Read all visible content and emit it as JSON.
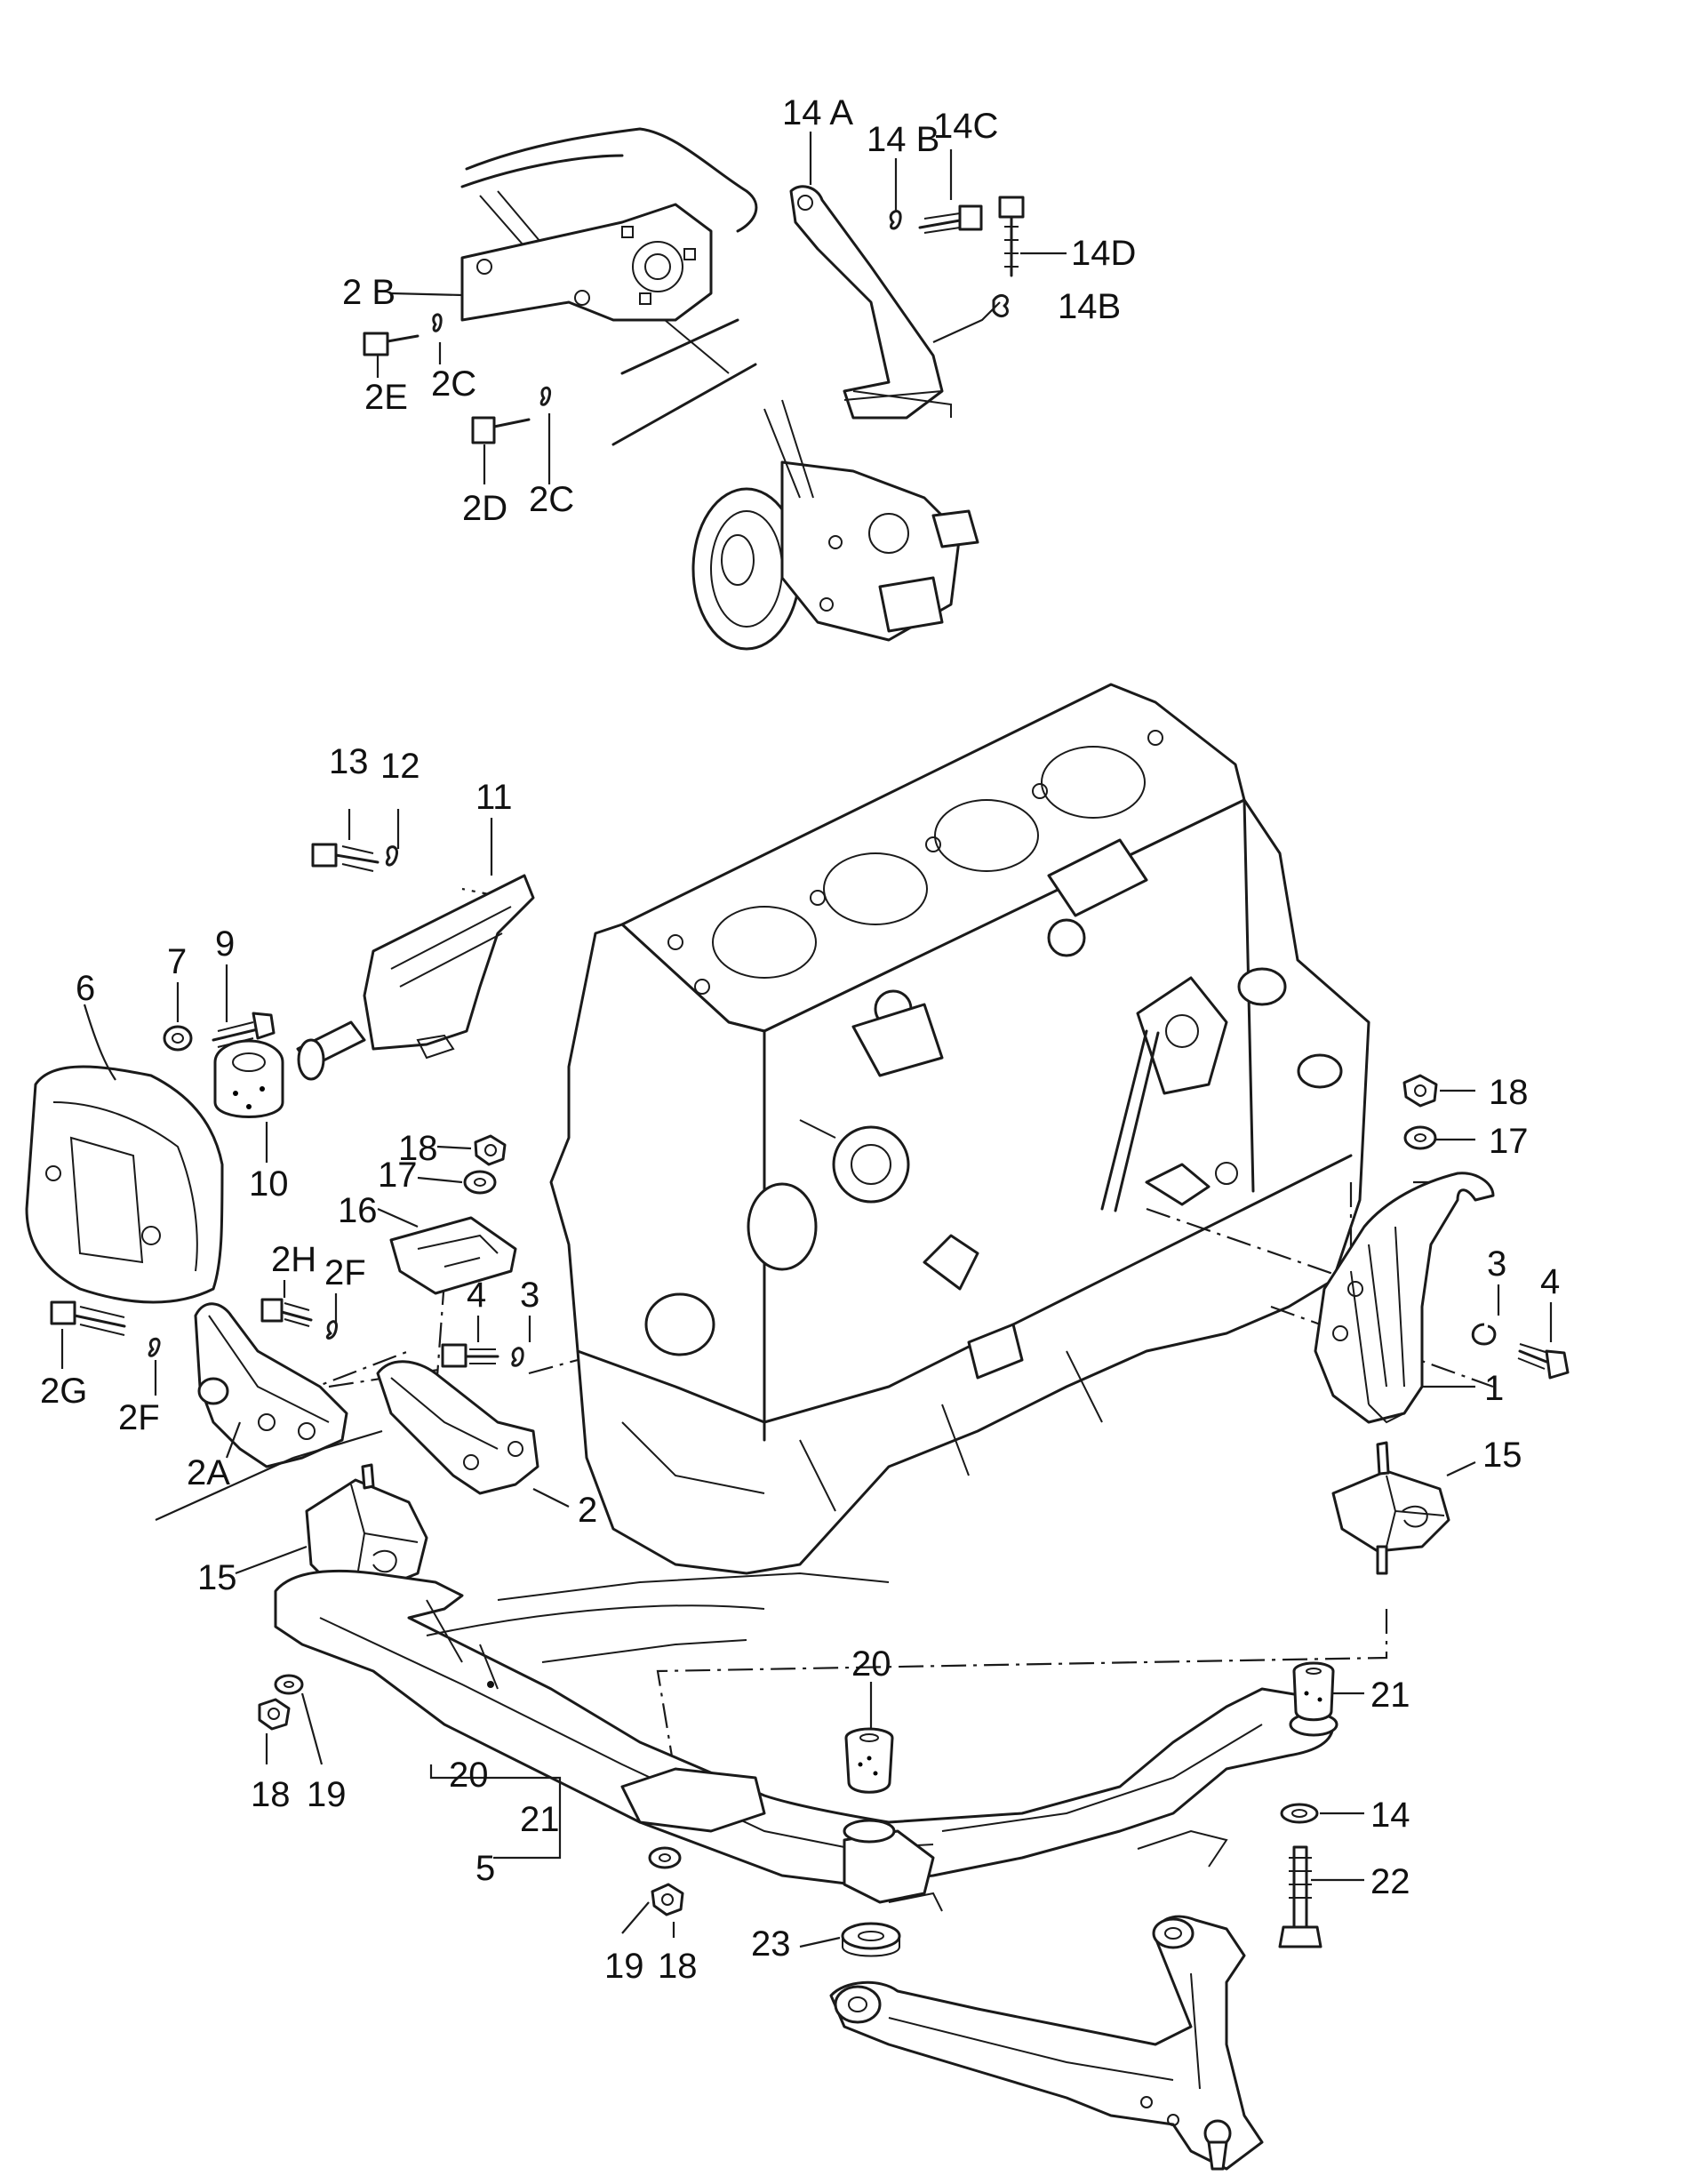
{
  "diagram": {
    "labels": [
      {
        "id": "14A",
        "text": "14 A"
      },
      {
        "id": "14B_top",
        "text": "14 B"
      },
      {
        "id": "14C",
        "text": "14C"
      },
      {
        "id": "14D",
        "text": "14D"
      },
      {
        "id": "14B_right",
        "text": "14B"
      },
      {
        "id": "2B",
        "text": "2 B"
      },
      {
        "id": "2C_a",
        "text": "2C"
      },
      {
        "id": "2E",
        "text": "2E"
      },
      {
        "id": "2D",
        "text": "2D"
      },
      {
        "id": "2C_b",
        "text": "2C"
      },
      {
        "id": "13",
        "text": "13"
      },
      {
        "id": "12",
        "text": "12"
      },
      {
        "id": "11",
        "text": "11"
      },
      {
        "id": "7",
        "text": "7"
      },
      {
        "id": "9",
        "text": "9"
      },
      {
        "id": "6",
        "text": "6"
      },
      {
        "id": "10",
        "text": "10"
      },
      {
        "id": "18_mid",
        "text": "18"
      },
      {
        "id": "17_mid",
        "text": "17"
      },
      {
        "id": "16",
        "text": "16"
      },
      {
        "id": "2H",
        "text": "2H"
      },
      {
        "id": "2F_top",
        "text": "2F"
      },
      {
        "id": "2G",
        "text": "2G"
      },
      {
        "id": "2F_bot",
        "text": "2F"
      },
      {
        "id": "2A",
        "text": "2A"
      },
      {
        "id": "4_mid",
        "text": "4"
      },
      {
        "id": "3_mid",
        "text": "3"
      },
      {
        "id": "2",
        "text": "2"
      },
      {
        "id": "15_left",
        "text": "15"
      },
      {
        "id": "18_right",
        "text": "18"
      },
      {
        "id": "17_right",
        "text": "17"
      },
      {
        "id": "3_right",
        "text": "3"
      },
      {
        "id": "4_right",
        "text": "4"
      },
      {
        "id": "1",
        "text": "1"
      },
      {
        "id": "15_right",
        "text": "15"
      },
      {
        "id": "20_top",
        "text": "20"
      },
      {
        "id": "21_right",
        "text": "21"
      },
      {
        "id": "14_low",
        "text": "14"
      },
      {
        "id": "22",
        "text": "22"
      },
      {
        "id": "18_low_left",
        "text": "18"
      },
      {
        "id": "19_low_left",
        "text": "19"
      },
      {
        "id": "20_brace",
        "text": "20"
      },
      {
        "id": "21_brace",
        "text": "21"
      },
      {
        "id": "5",
        "text": "5"
      },
      {
        "id": "23",
        "text": "23"
      },
      {
        "id": "19_low",
        "text": "19"
      },
      {
        "id": "18_low",
        "text": "18"
      }
    ]
  },
  "icons": {
    "engine_block": "engine-block-illustration",
    "subframe": "subframe-illustration",
    "water_pump": "water-pump-illustration",
    "control_arm": "control-arm-illustration"
  }
}
